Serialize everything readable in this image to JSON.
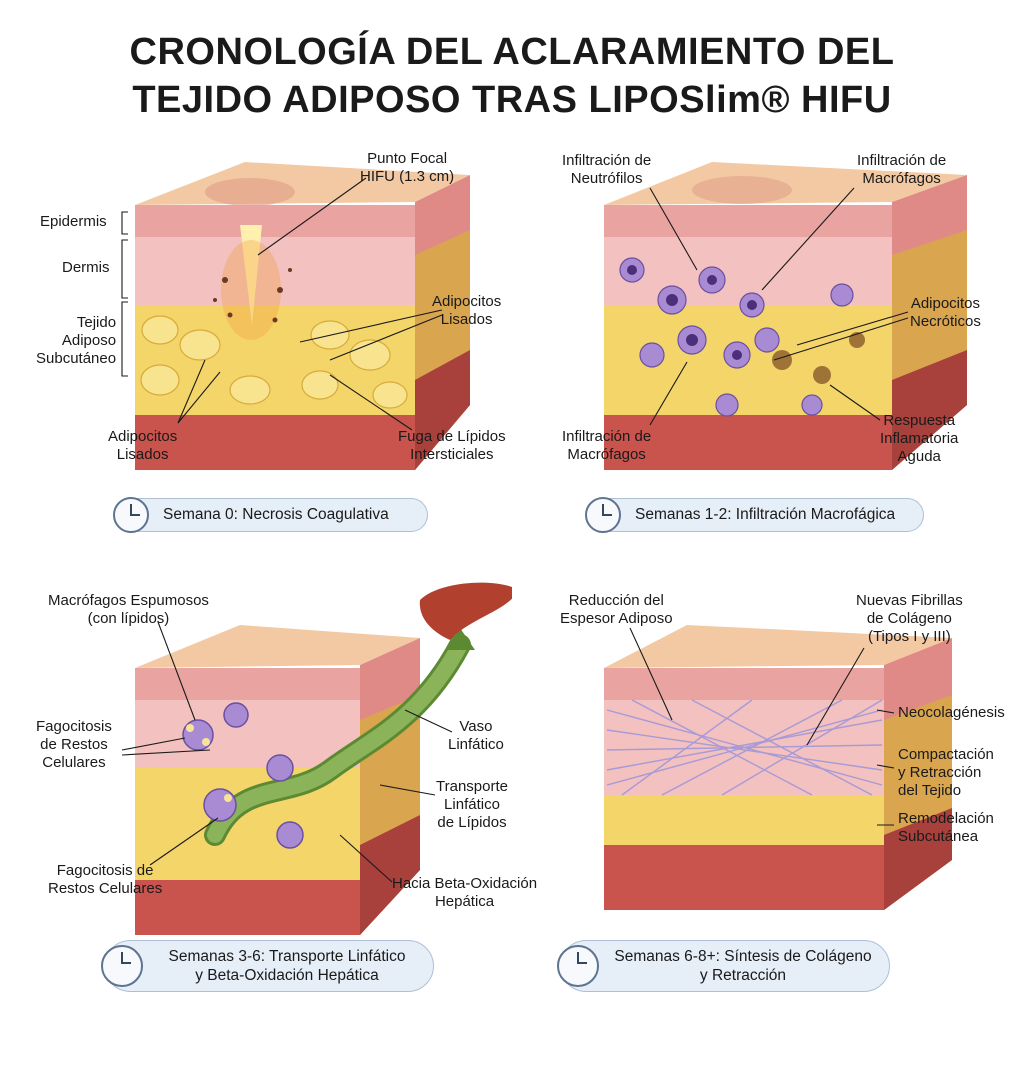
{
  "title": {
    "line1": "CRONOLOGÍA DEL ACLARAMIENTO DEL",
    "line2": "TEJIDO ADIPOSO TRAS LIPOSlim® HIFU"
  },
  "panels": [
    {
      "stage": "Semana 0: Necrosis Coagulativa",
      "labels": {
        "focal_point": "Punto Focal\nHIFU (1.3 cm)",
        "epidermis": "Epidermis",
        "dermis": "Dermis",
        "subcutaneous": "Tejido\nAdiposo\nSubcutáneo",
        "lysed_right": "Adipocitos\nLisados",
        "lysed_left": "Adipocitos\nLisados",
        "lipid_leak": "Fuga de Lípidos\nIntersticiales"
      }
    },
    {
      "stage": "Semanas 1-2: Infiltración Macrofágica",
      "labels": {
        "neutrophils": "Infiltración de\nNeutrófilos",
        "macrophages_top": "Infiltración de\nMacrófagos",
        "necrotic": "Adipocitos\nNecróticos",
        "macrophages_bottom": "Infiltración de\nMacrófagos",
        "inflammatory": "Respuesta\nInflamatoria\nAguda"
      }
    },
    {
      "stage": "Semanas 3-6: Transporte Linfático\ny Beta-Oxidación Hepática",
      "labels": {
        "foam_macrophages": "Macrófagos Espumosos\n(con lípidos)",
        "phagocytosis_top": "Fagocitosis\nde Restos\nCelulares",
        "phagocytosis_bottom": "Fagocitosis de\nRestos Celulares",
        "lymph_vessel": "Vaso\nLinfático",
        "lymph_transport": "Transporte\nLinfático\nde Lípidos",
        "hepatic": "Hacia Beta-Oxidación\nHepática"
      }
    },
    {
      "stage": "Semanas 6-8+: Síntesis de Colágeno\ny Retracción",
      "labels": {
        "thickness": "Reducción del\nEspesor Adiposo",
        "fibrils": "Nuevas Fibrillas\nde Colágeno\n(Tipos I y III)",
        "neocollagenesis": "Neocolagénesis",
        "compaction": "Compactación\ny Retracción\ndel Tejido",
        "remodeling": "Remodelación\nSubcutánea"
      }
    }
  ],
  "colors": {
    "skin_top": "#f3c9a4",
    "epidermis": "#e9a3a0",
    "dermis": "#f2c1c0",
    "fat": "#f4d56a",
    "muscle": "#c9534d",
    "macrophage": "#a98bd4",
    "lymph": "#8bb35a",
    "liver": "#b2402f",
    "pill_bg": "#e6eef8"
  }
}
